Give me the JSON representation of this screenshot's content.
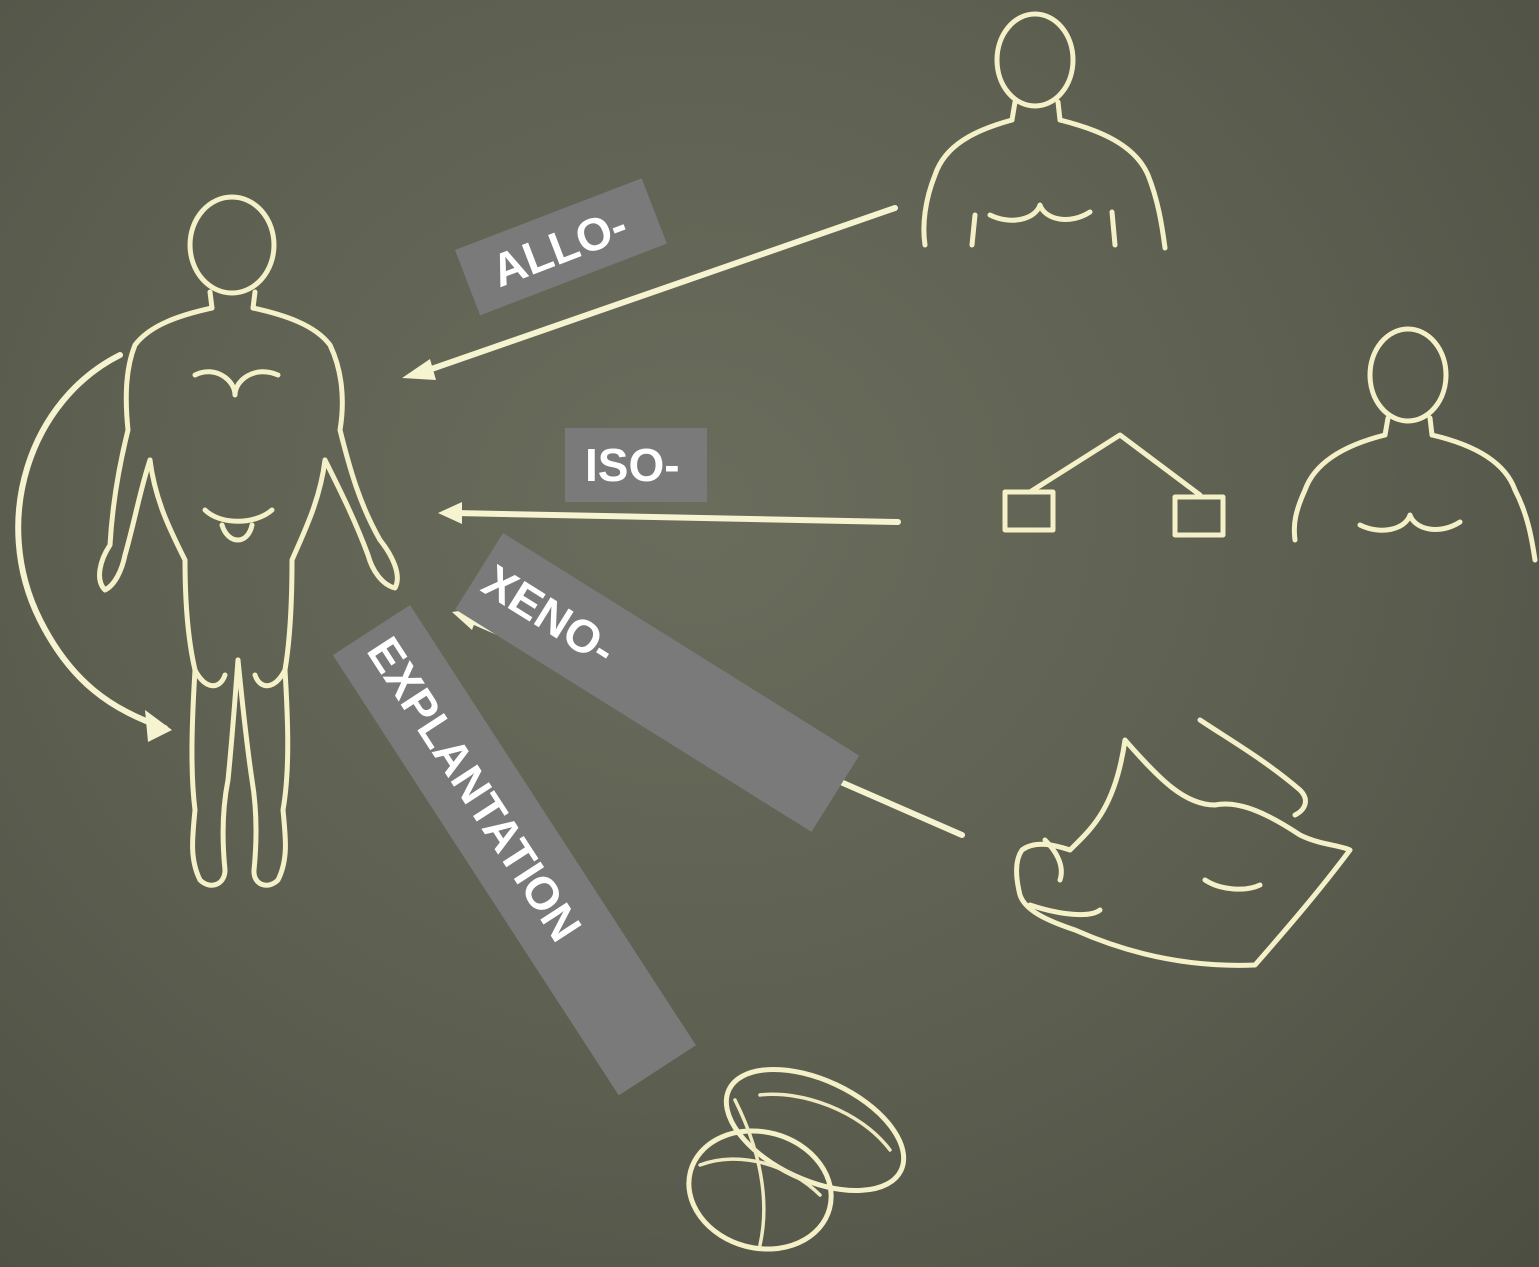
{
  "labels": {
    "allo": "ALLO-",
    "iso": "ISO-",
    "xeno": "XENO-",
    "explantation": "EXPLANTATION"
  },
  "colors": {
    "board": "#5f6153",
    "chalk": "#f4f1c8",
    "label_bg": "#7a7a7a",
    "label_text": "#ffffff"
  }
}
